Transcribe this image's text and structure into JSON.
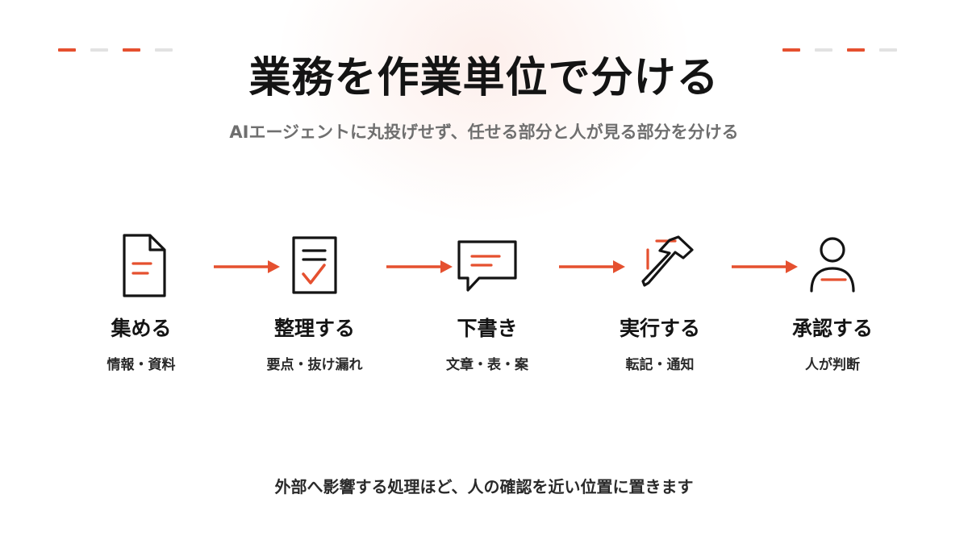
{
  "colors": {
    "accent": "#E5502F",
    "dash_gray": "#E2E2E2",
    "icon_stroke": "#141414"
  },
  "header": {
    "title": "業務を作業単位で分ける",
    "subtitle": "AIエージェントに丸投げせず、任せる部分と人が見る部分を分ける"
  },
  "steps": [
    {
      "icon": "document-icon",
      "name": "集める",
      "desc": "情報・資料"
    },
    {
      "icon": "checklist-icon",
      "name": "整理する",
      "desc": "要点・抜け漏れ"
    },
    {
      "icon": "speech-bubble-icon",
      "name": "下書き",
      "desc": "文章・表・案"
    },
    {
      "icon": "hammer-icon",
      "name": "実行する",
      "desc": "転記・通知"
    },
    {
      "icon": "person-icon",
      "name": "承認する",
      "desc": "人が判断"
    }
  ],
  "footer": {
    "note": "外部へ影響する処理ほど、人の確認を近い位置に置きます"
  }
}
